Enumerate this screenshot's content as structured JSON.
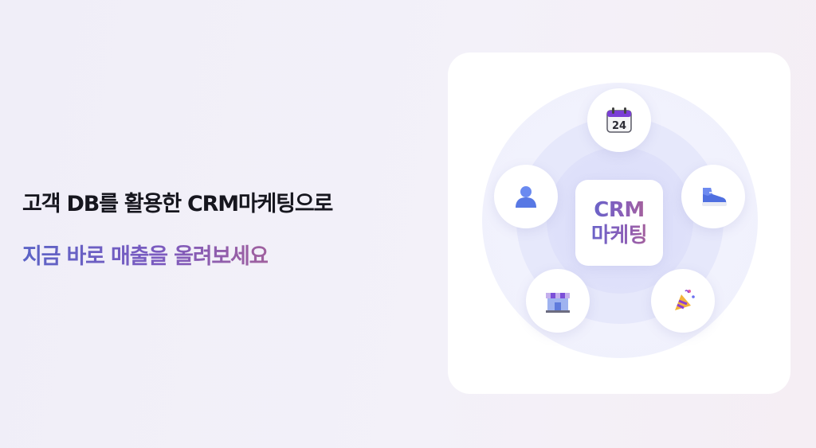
{
  "headline": {
    "line1": "고객 DB를 활용한 CRM마케팅으로",
    "line2": "지금 바로 매출을 올려보세요"
  },
  "diagram": {
    "center_line1": "CRM",
    "center_line2": "마케팅",
    "calendar_number": "24",
    "nodes": [
      {
        "icon": "calendar-icon"
      },
      {
        "icon": "sneaker-icon"
      },
      {
        "icon": "party-popper-icon"
      },
      {
        "icon": "store-icon"
      },
      {
        "icon": "user-icon"
      }
    ]
  },
  "colors": {
    "headline_dark": "#16161e",
    "gradient_start": "#5b63c6",
    "gradient_end": "#a0609e",
    "ring": "#e6e8fb"
  }
}
